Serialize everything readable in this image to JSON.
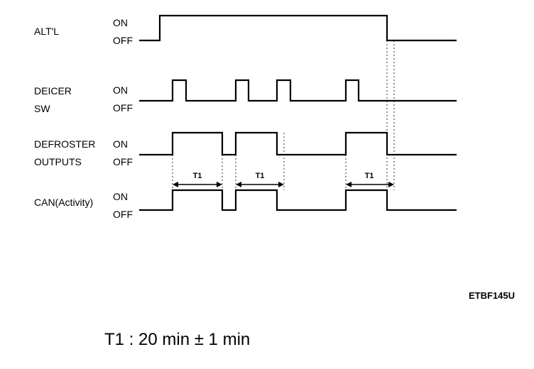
{
  "signals": [
    {
      "label_lines": [
        "ALT'L"
      ],
      "on_label": "ON",
      "off_label": "OFF"
    },
    {
      "label_lines": [
        "DEICER",
        "SW"
      ],
      "on_label": "ON",
      "off_label": "OFF"
    },
    {
      "label_lines": [
        "DEFROSTER",
        "OUTPUTS"
      ],
      "on_label": "ON",
      "off_label": "OFF"
    },
    {
      "label_lines": [
        "CAN(Activity)"
      ],
      "on_label": "ON",
      "off_label": "OFF"
    }
  ],
  "intervals": [
    {
      "label": "T1"
    },
    {
      "label": "T1"
    },
    {
      "label": "T1"
    }
  ],
  "figure_code": "ETBF145U",
  "legend": "T1 : 20 min ± 1 min"
}
